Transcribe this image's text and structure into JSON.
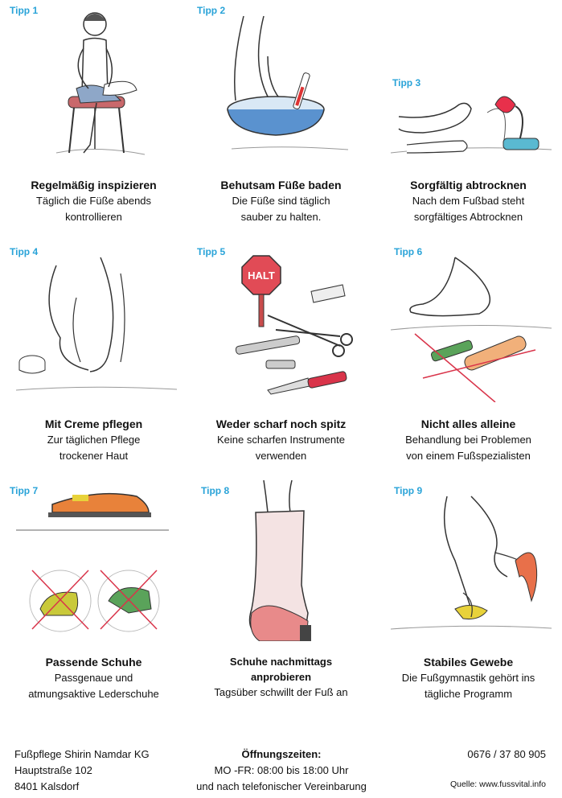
{
  "tips": [
    {
      "tag": "Tipp 1",
      "heading": "Regelmäßig inspizieren",
      "lines": [
        "Täglich die Füße abends",
        "kontrollieren"
      ]
    },
    {
      "tag": "Tipp 2",
      "heading": "Behutsam Füße baden",
      "lines": [
        "Die Füße sind täglich",
        "sauber zu halten."
      ]
    },
    {
      "tag": "Tipp 3",
      "heading": "Sorgfältig abtrocknen",
      "lines": [
        "Nach dem Fußbad steht",
        "sorgfältiges Abtrocknen"
      ]
    },
    {
      "tag": "Tipp 4",
      "heading": "Mit Creme pflegen",
      "lines": [
        "Zur täglichen Pflege",
        "trockener Haut"
      ]
    },
    {
      "tag": "Tipp 5",
      "heading": "Weder scharf noch spitz",
      "lines": [
        "Keine scharfen Instrumente",
        "verwenden"
      ],
      "sign": "HALT"
    },
    {
      "tag": "Tipp 6",
      "heading": "Nicht alles alleine",
      "lines": [
        "Behandlung bei Problemen",
        "von einem Fußspezialisten"
      ]
    },
    {
      "tag": "Tipp 7",
      "heading": "Passende Schuhe",
      "lines": [
        "Passgenaue und",
        "atmungsaktive Lederschuhe"
      ]
    },
    {
      "tag": "Tipp 8",
      "heading": "Schuhe nachmittags anprobieren",
      "heading_lines": [
        "Schuhe nachmittags",
        "anprobieren"
      ],
      "lines": [
        "Tagsüber schwillt der Fuß an"
      ]
    },
    {
      "tag": "Tipp 9",
      "heading": "Stabiles Gewebe",
      "lines": [
        "Die Fußgymnastik gehört ins",
        "tägliche Programm"
      ]
    }
  ],
  "footer": {
    "address": [
      "Fußpflege Shirin Namdar KG",
      "Hauptstraße 102",
      "8401 Kalsdorf"
    ],
    "hours_title": "Öffnungszeiten:",
    "hours": [
      "MO -FR: 08:00 bis 18:00 Uhr",
      "und nach telefonischer Vereinbarung"
    ],
    "phone": "0676 / 37 80 905",
    "source": "Quelle: www.fussvital.info"
  },
  "colors": {
    "tag": "#29a3d8",
    "text": "#111111",
    "background": "#ffffff"
  }
}
